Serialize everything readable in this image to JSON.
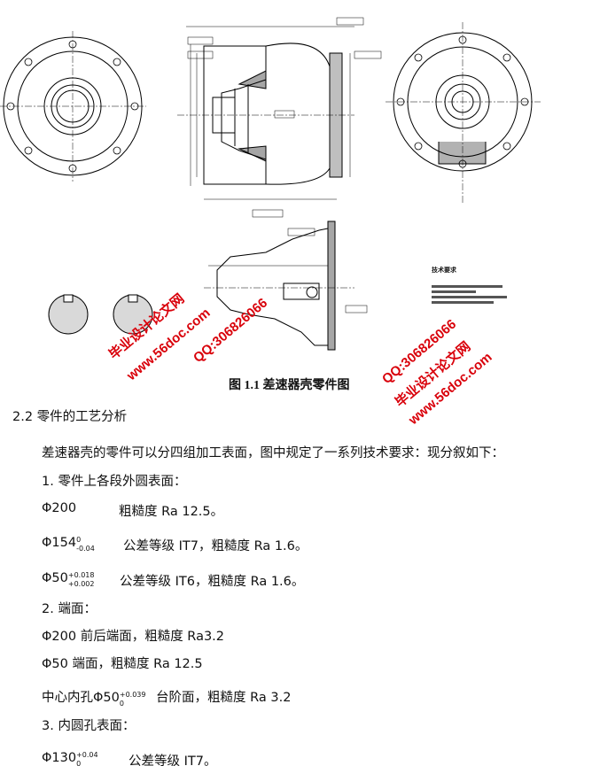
{
  "figure": {
    "caption": "图 1.1 差速器壳零件图",
    "tech_title": "技术要求"
  },
  "section": {
    "heading": "2.2 零件的工艺分析"
  },
  "body": {
    "intro": "差速器壳的零件可以分四组加工表面，图中规定了一系列技术要求：现分叙如下：",
    "g1": "1. 零件上各段外圆表面：",
    "l1a": "Φ200",
    "l1b": "粗糙度 Ra 12.5。",
    "l2a": "Φ154",
    "l2u": "0",
    "l2d": "-0.04",
    "l2b": "公差等级 IT7，粗糙度 Ra 1.6。",
    "l3a": "Φ50",
    "l3u": "+0.018",
    "l3d": "+0.002",
    "l3b": "公差等级 IT6，粗糙度 Ra 1.6。",
    "g2": "2. 端面：",
    "l4": "Φ200 前后端面，粗糙度 Ra3.2",
    "l5": "Φ50 端面，粗糙度 Ra 12.5",
    "l6a": "中心内孔Φ50",
    "l6u": "+0.039",
    "l6d": "0",
    "l6b": "台阶面，粗糙度 Ra 3.2",
    "g3": "3. 内圆孔表面：",
    "l7a": "Φ130",
    "l7u": "+0.04",
    "l7d": "0",
    "l7b": "公差等级 IT7。"
  },
  "watermarks": {
    "site": "www.56doc.com",
    "qq": "QQ:306826066",
    "name": "毕业设计论文网"
  }
}
